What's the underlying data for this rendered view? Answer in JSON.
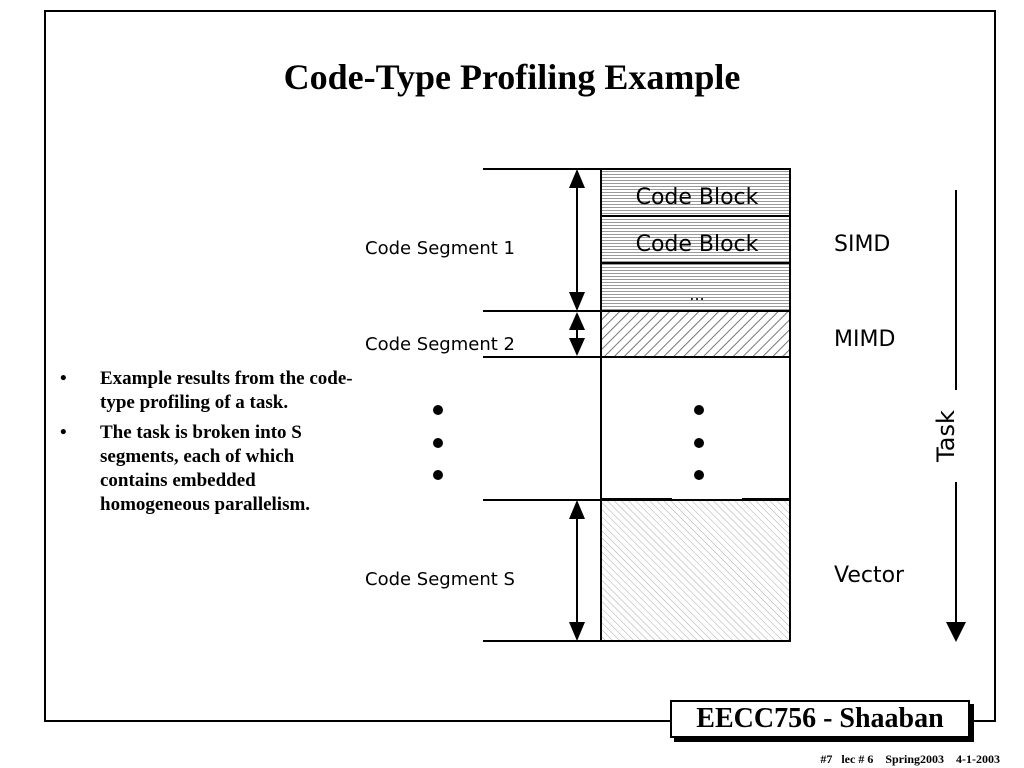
{
  "slide": {
    "title": "Code-Type Profiling Example",
    "bullets": [
      "Example results from the code-type profiling of a task.",
      "The task is broken into S segments, each of which contains embedded homogeneous parallelism."
    ],
    "bullet_symbol": "•"
  },
  "diagram": {
    "segments": [
      {
        "label": "Code Segment 1",
        "type": "SIMD",
        "blocks": [
          "Code Block",
          "Code Block",
          "..."
        ]
      },
      {
        "label": "Code Segment 2",
        "type": "MIMD"
      },
      {
        "label": "Code Segment S",
        "type": "Vector"
      }
    ],
    "axis_label": "Task"
  },
  "badge": {
    "text": "EECC756 - Shaaban"
  },
  "footer": {
    "text": "#7   lec # 6    Spring2003    4-1-2003"
  }
}
